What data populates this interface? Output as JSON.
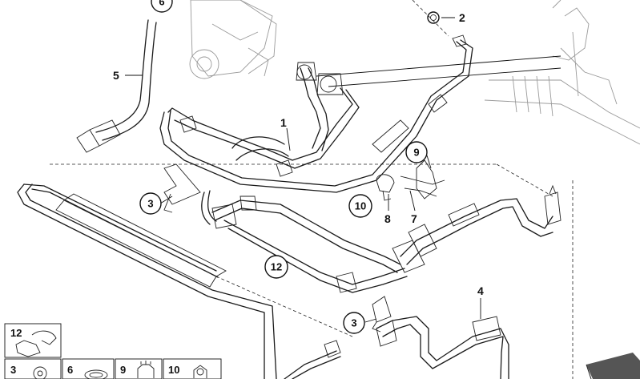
{
  "callouts": {
    "c6": "6",
    "c2": "2",
    "c5": "5",
    "c1": "1",
    "c9": "9",
    "c3a": "3",
    "c10": "10",
    "c8": "8",
    "c7": "7",
    "c12": "12",
    "c4": "4",
    "c3b": "3"
  },
  "insets": {
    "i12": "12",
    "i3": "3",
    "i6": "6",
    "i9": "9",
    "i10": "10"
  },
  "colors": {
    "line": "#1a1a1a",
    "ghost": "#9a9a9a",
    "background": "#ffffff",
    "arrow": "#555555"
  }
}
